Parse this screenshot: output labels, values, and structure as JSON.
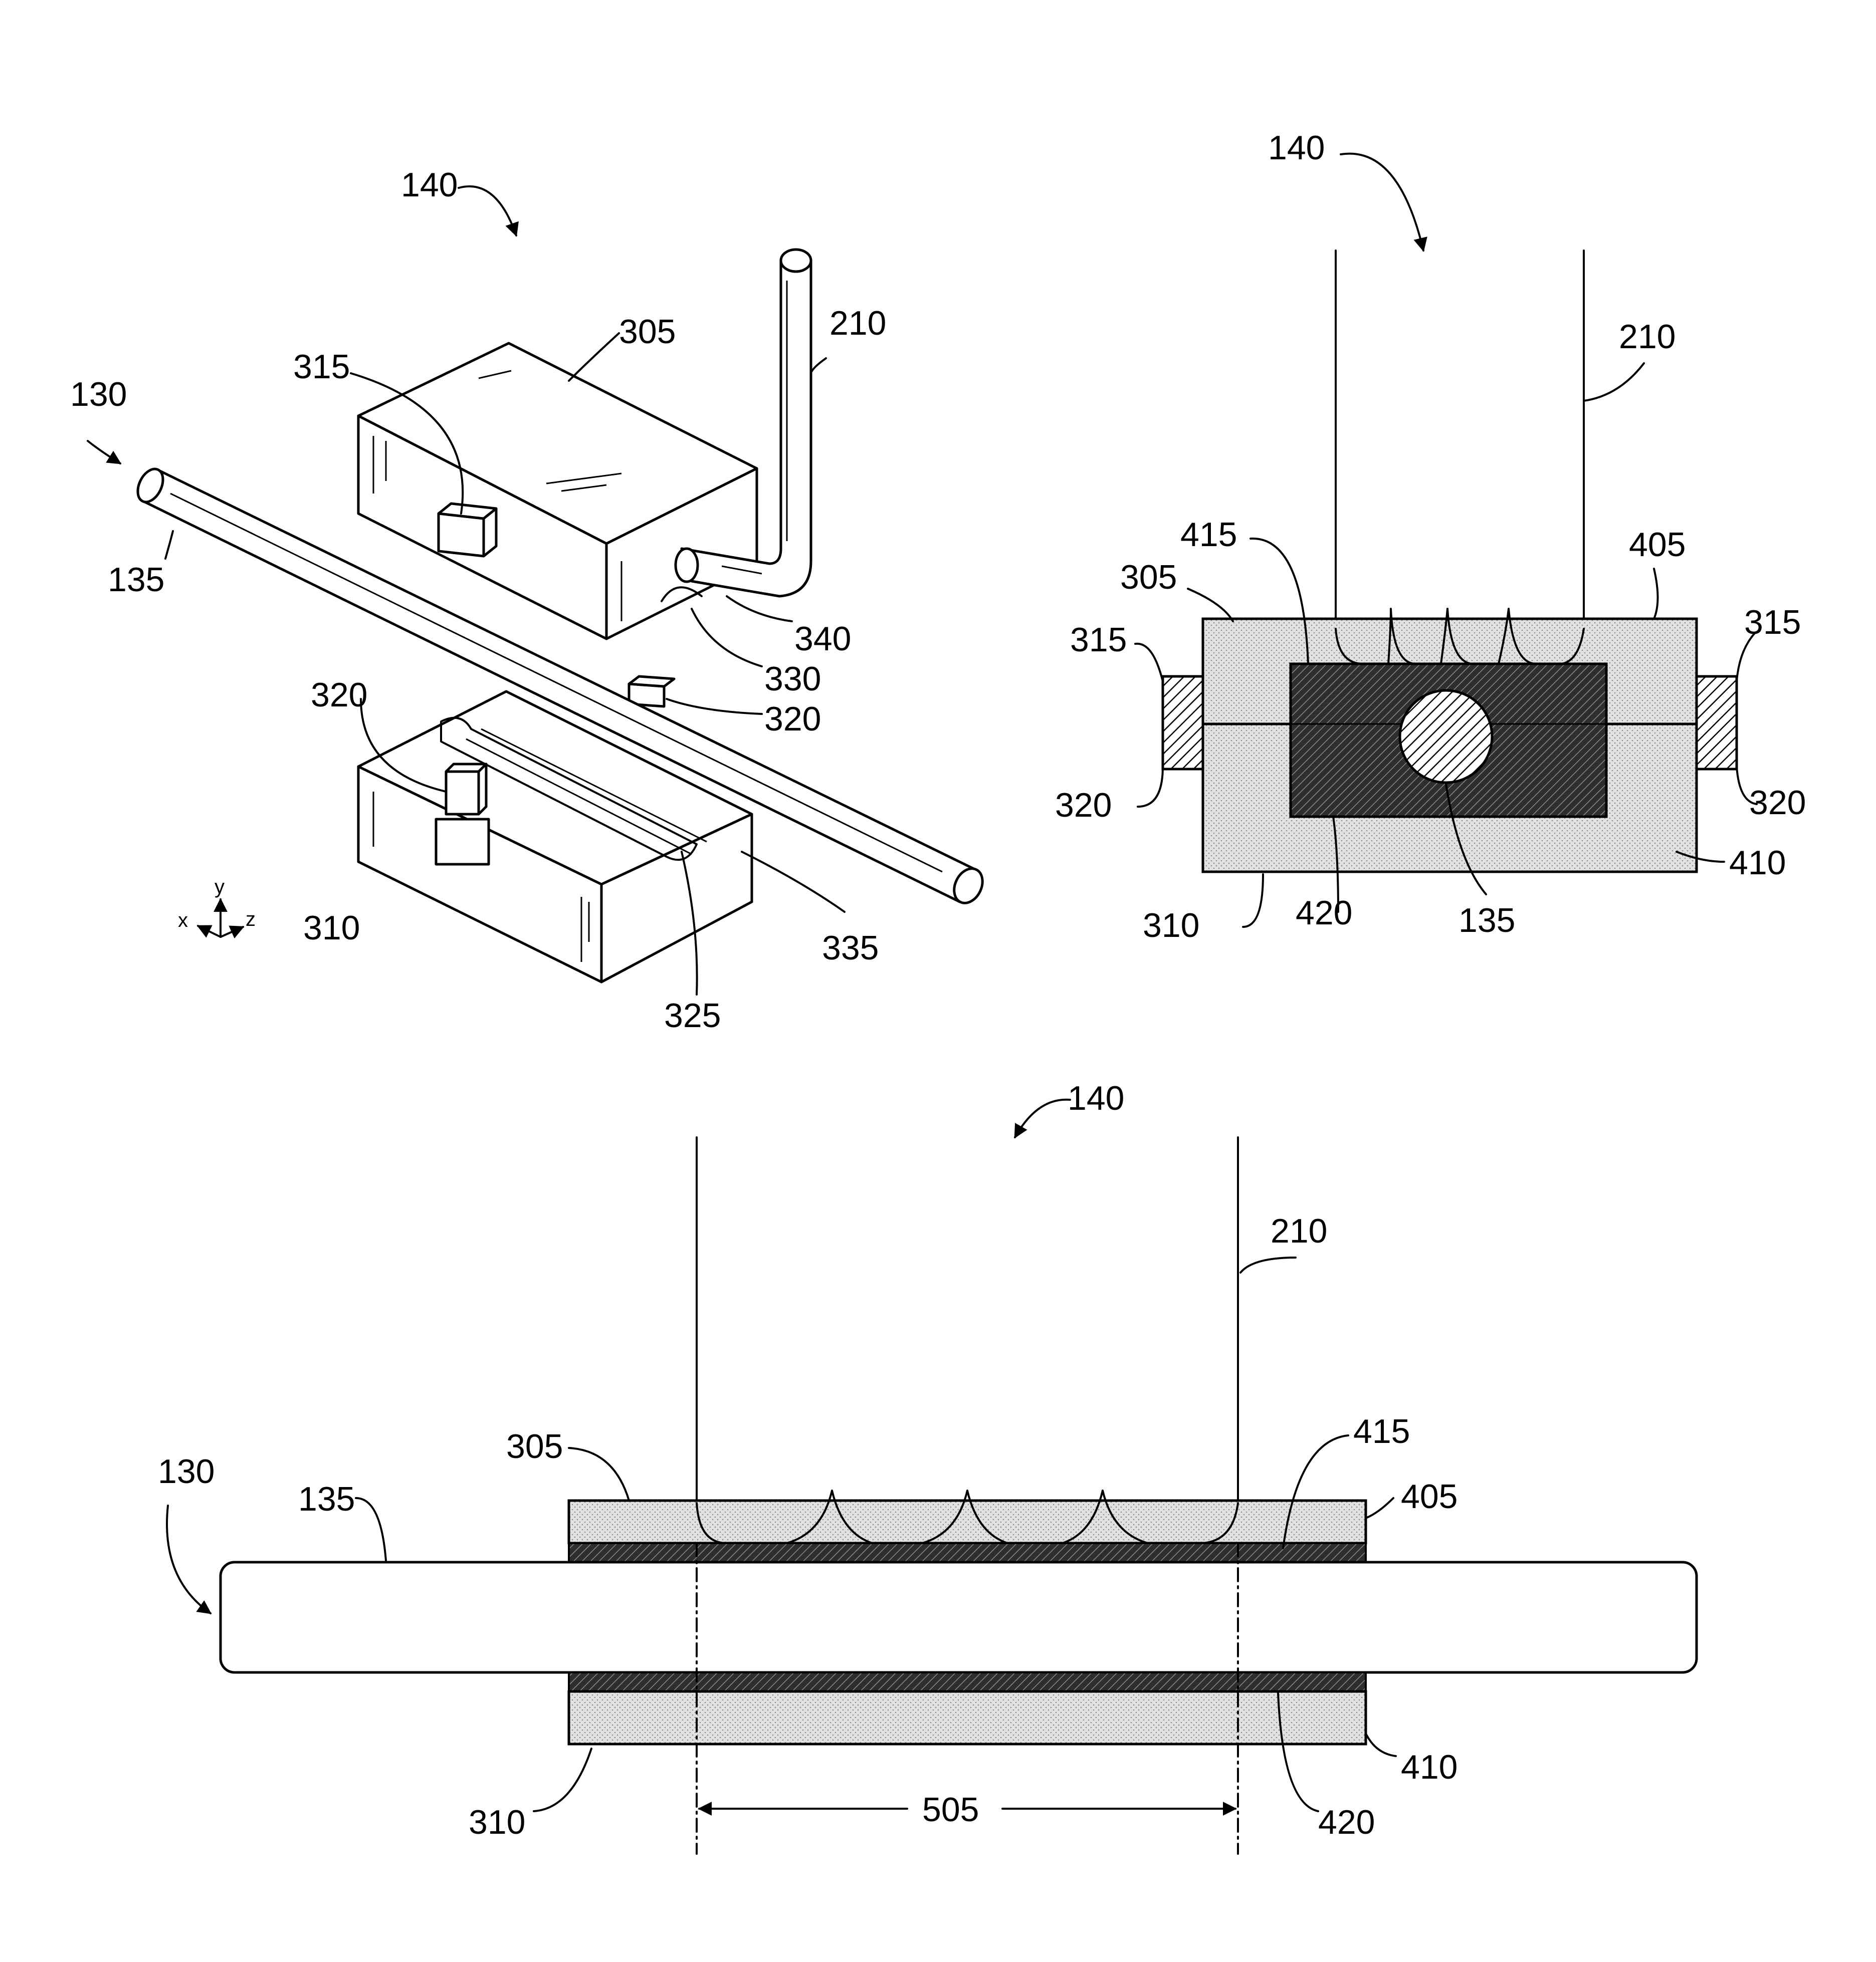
{
  "figure_top_left": {
    "labels": {
      "assembly": "140",
      "cable_assembly": "130",
      "cable": "135",
      "upper_block": "305",
      "lower_block": "310",
      "upper_tab": "315",
      "lower_tab_left": "320",
      "lower_tab_right": "320",
      "lower_groove": "325",
      "upper_groove": "330",
      "lower_channel": "335",
      "tube_elbow": "340",
      "tube": "210"
    },
    "axes": {
      "x": "x",
      "y": "y",
      "z": "z"
    }
  },
  "figure_top_right": {
    "labels": {
      "assembly": "140",
      "tube": "210",
      "upper_block": "305",
      "lower_block": "310",
      "tab_left_top": "315",
      "tab_left_bottom": "320",
      "tab_right_top": "315",
      "tab_right_bottom": "320",
      "upper_housing": "405",
      "lower_housing": "410",
      "element": "415",
      "element_lower": "420",
      "cable": "135"
    }
  },
  "figure_bottom": {
    "labels": {
      "assembly": "140",
      "tube": "210",
      "cable_assembly": "130",
      "cable": "135",
      "upper_block": "305",
      "lower_block": "310",
      "element": "415",
      "upper_housing": "405",
      "lower_housing": "410",
      "element_lower": "420",
      "span": "505"
    }
  }
}
